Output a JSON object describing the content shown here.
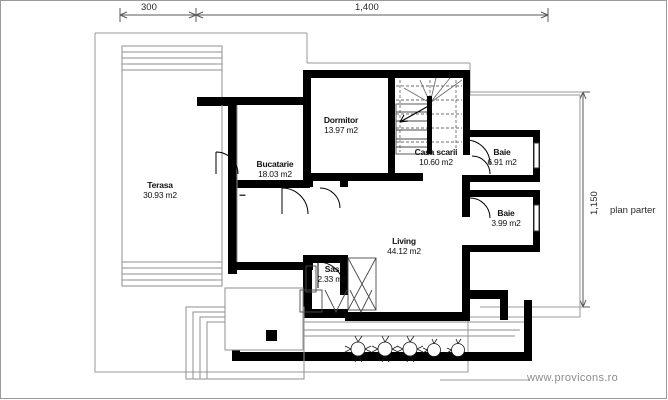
{
  "drawing": {
    "caption": "plan parter",
    "watermark": "www.provicons.ro"
  },
  "dimensions": {
    "top": [
      {
        "label": "300",
        "name": "dimension-top-300"
      },
      {
        "label": "1,400",
        "name": "dimension-top-1400"
      }
    ],
    "right": [
      {
        "label": "1,150",
        "name": "dimension-right-1150"
      }
    ]
  },
  "rooms": [
    {
      "key": "terasa",
      "name": "Terasa",
      "area": "30.93 m2"
    },
    {
      "key": "bucatarie",
      "name": "Bucatarie",
      "area": "18.03 m2"
    },
    {
      "key": "dormitor",
      "name": "Dormitor",
      "area": "13.97 m2"
    },
    {
      "key": "casa_scarii",
      "name": "Casa scarii",
      "area": "10.60 m2"
    },
    {
      "key": "baie_sus",
      "name": "Baie",
      "area": "6.91 m2"
    },
    {
      "key": "baie_jos",
      "name": "Baie",
      "area": "3.99 m2"
    },
    {
      "key": "living",
      "name": "Living",
      "area": "44.12 m2"
    },
    {
      "key": "sas",
      "name": "Sas",
      "area": "2.33 m2"
    }
  ],
  "colors": {
    "wall": "#000000",
    "thin_line": "#6e6e6e",
    "light_line": "#9a9a9a",
    "text": "#111111",
    "watermark": "#8d8d8d",
    "background": "#ffffff"
  }
}
